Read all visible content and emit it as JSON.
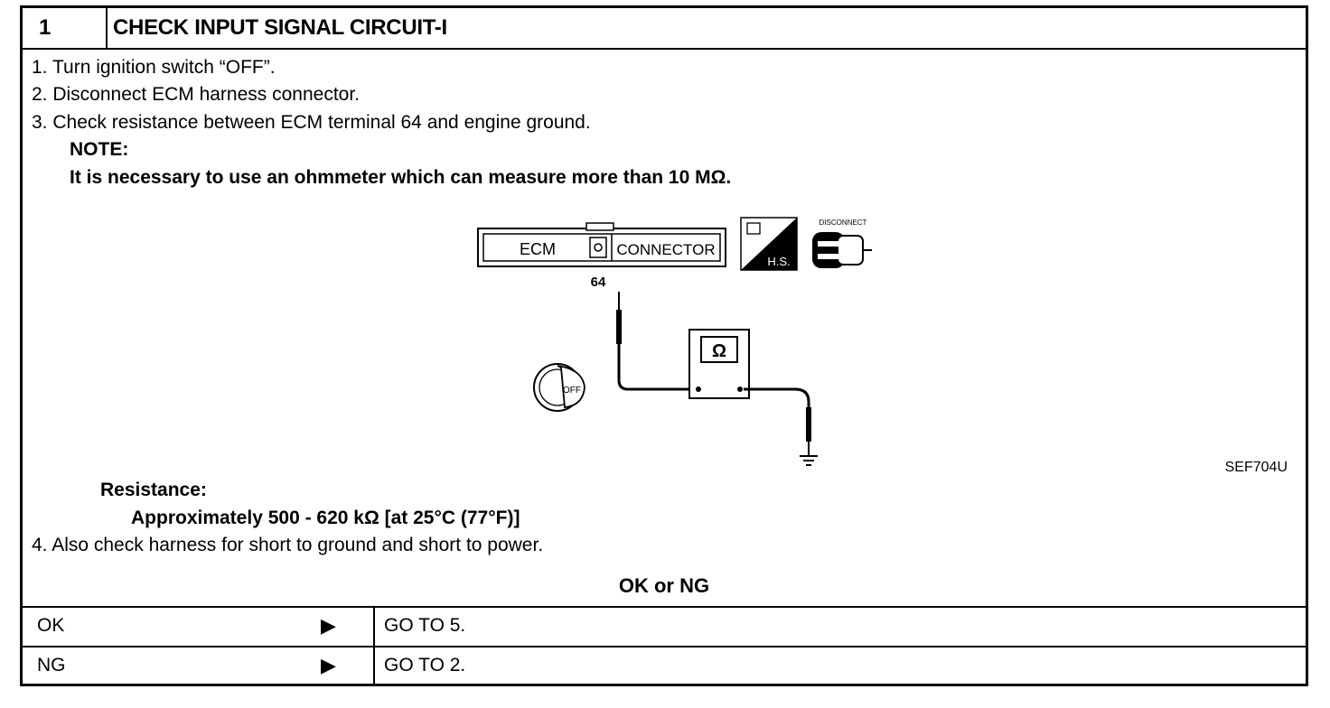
{
  "header": {
    "number": "1",
    "title": "CHECK INPUT SIGNAL CIRCUIT-I"
  },
  "steps": {
    "s1": "1. Turn ignition switch “OFF”.",
    "s2": "2. Disconnect ECM harness connector.",
    "s3": "3. Check resistance between ECM terminal 64 and engine ground.",
    "note_label": "NOTE:",
    "note_text": "It is necessary to use an ohmmeter which can measure more than 10 MΩ.",
    "s4": "4. Also check harness for short to ground and short to power."
  },
  "diagram": {
    "ecm_label": "ECM",
    "connector_label": "CONNECTOR",
    "terminal": "64",
    "hs_label": "H.S.",
    "disconnect_label": "DISCONNECT",
    "ohm_symbol": "Ω",
    "key_label": "OFF",
    "figure_id": "SEF704U"
  },
  "spec": {
    "label": "Resistance:",
    "value": "Approximately 500 - 620 kΩ [at 25°C (77°F)]"
  },
  "result": {
    "prompt": "OK or NG",
    "rows": [
      {
        "key": "OK",
        "arrow": "▶",
        "action": "GO TO 5."
      },
      {
        "key": "NG",
        "arrow": "▶",
        "action": "GO TO 2."
      }
    ]
  }
}
